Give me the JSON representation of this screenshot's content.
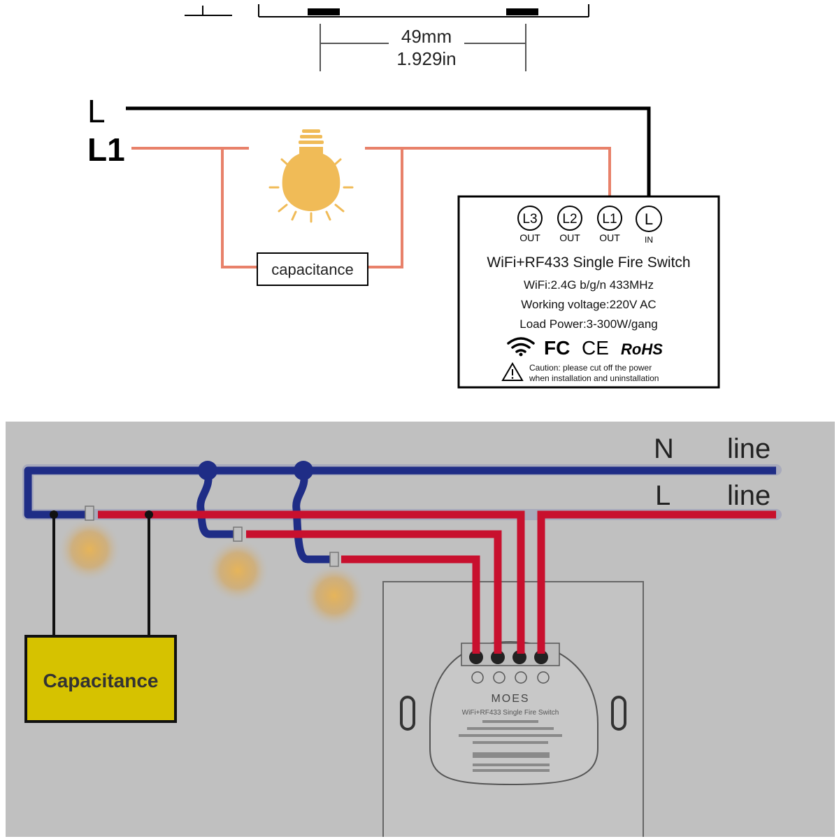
{
  "top_diagram": {
    "dimension": {
      "mm": "49mm",
      "inch": "1.929in"
    },
    "line_labels": {
      "l": "L",
      "l1": "L1"
    },
    "capacitance_label": "capacitance",
    "terminals": [
      {
        "id": "L3",
        "sub": "OUT"
      },
      {
        "id": "L2",
        "sub": "OUT"
      },
      {
        "id": "L1",
        "sub": "OUT"
      },
      {
        "id": "L",
        "sub": "IN"
      }
    ],
    "module": {
      "title": "WiFi+RF433 Single Fire Switch",
      "wifi_spec": "WiFi:2.4G b/g/n 433MHz",
      "voltage": "Working voltage:220V AC",
      "load_power": "Load Power:3-300W/gang",
      "cert_fc": "FC",
      "cert_ce": "CE",
      "cert_rohs": "RoHS",
      "caution_line1": "Caution: please cut off the power",
      "caution_line2": "when installation and uninstallation"
    },
    "colors": {
      "live_wire": "#000000",
      "load_wire": "#e8816a",
      "bulb": "#f0bb57"
    }
  },
  "bottom_diagram": {
    "n_line": {
      "letter": "N",
      "word": "line"
    },
    "l_line": {
      "letter": "L",
      "word": "line"
    },
    "capacitance_label": "Capacitance",
    "module_brand": "MOES",
    "module_title": "WiFi+RF433 Single Fire Switch",
    "colors": {
      "background": "#c0c0c0",
      "neutral_wire": "#1f2d86",
      "live_wire": "#c8102e",
      "capacitor": "#d6c200",
      "glow": "#e8b455"
    }
  }
}
